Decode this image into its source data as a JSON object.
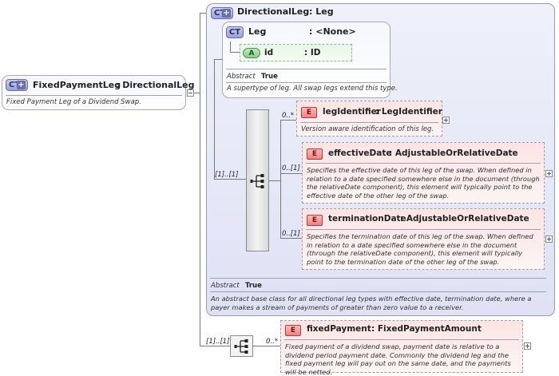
{
  "fixed_payment_leg": {
    "badge": "CT",
    "name": "FixedPaymentLeg",
    "type": ": DirectionalLeg",
    "description": "Fixed Payment Leg of a Dividend Swap."
  },
  "directional_leg": {
    "badge": "CT",
    "name": "DirectionalLeg",
    "type": ": Leg",
    "abstract_label": "Abstract",
    "abstract_value": "True",
    "description": "An abstract base class for all directional leg types with effective date, termination date, where a payer makes a stream of payments of greater than zero value to a receiver."
  },
  "leg": {
    "badge": "CT",
    "name": "Leg",
    "type": ": <None>",
    "abstract_label": "Abstract",
    "abstract_value": "True",
    "description": "A supertype of leg. All swap legs extend this type."
  },
  "id_attr": {
    "badge": "A",
    "name": "id",
    "type": ": ID"
  },
  "seq_cardinality": "[1]..[1]",
  "elements": [
    {
      "badge": "E",
      "name": "legIdentifier",
      "type": ": LegIdentifier",
      "cardinality": "0..*",
      "description": "Version aware identification of this leg."
    },
    {
      "badge": "E",
      "name": "effectiveDate",
      "type": ": AdjustableOrRelativeDate",
      "cardinality": "0..[1]",
      "description": "Specifies the effective date of this leg of the swap. When defined in relation to a date specified somewhere else in the document (through the relativeDate component), this element will typically point to the effective date of the other leg of the swap."
    },
    {
      "badge": "E",
      "name": "terminationDate",
      "type": ": AdjustableOrRelativeDate",
      "cardinality": "0..[1]",
      "description": "Specifies the termination date of this leg of the swap. When defined in relation to a date specified somewhere else in the document (through the relativeDate component), this element will typically point to the termination date of the other leg of the swap."
    }
  ],
  "fixed_payment": {
    "seq_cardinality": "[1]..[1]",
    "badge": "E",
    "name": "fixedPayment",
    "type": ": FixedPaymentAmount",
    "cardinality": "0..*",
    "description": "Fixed payment of a dividend swap, payment date is relative to a dividend period payment date. Commonly the dividend leg and the fixed payment leg will pay out on the same date, and the payments will be netted."
  }
}
